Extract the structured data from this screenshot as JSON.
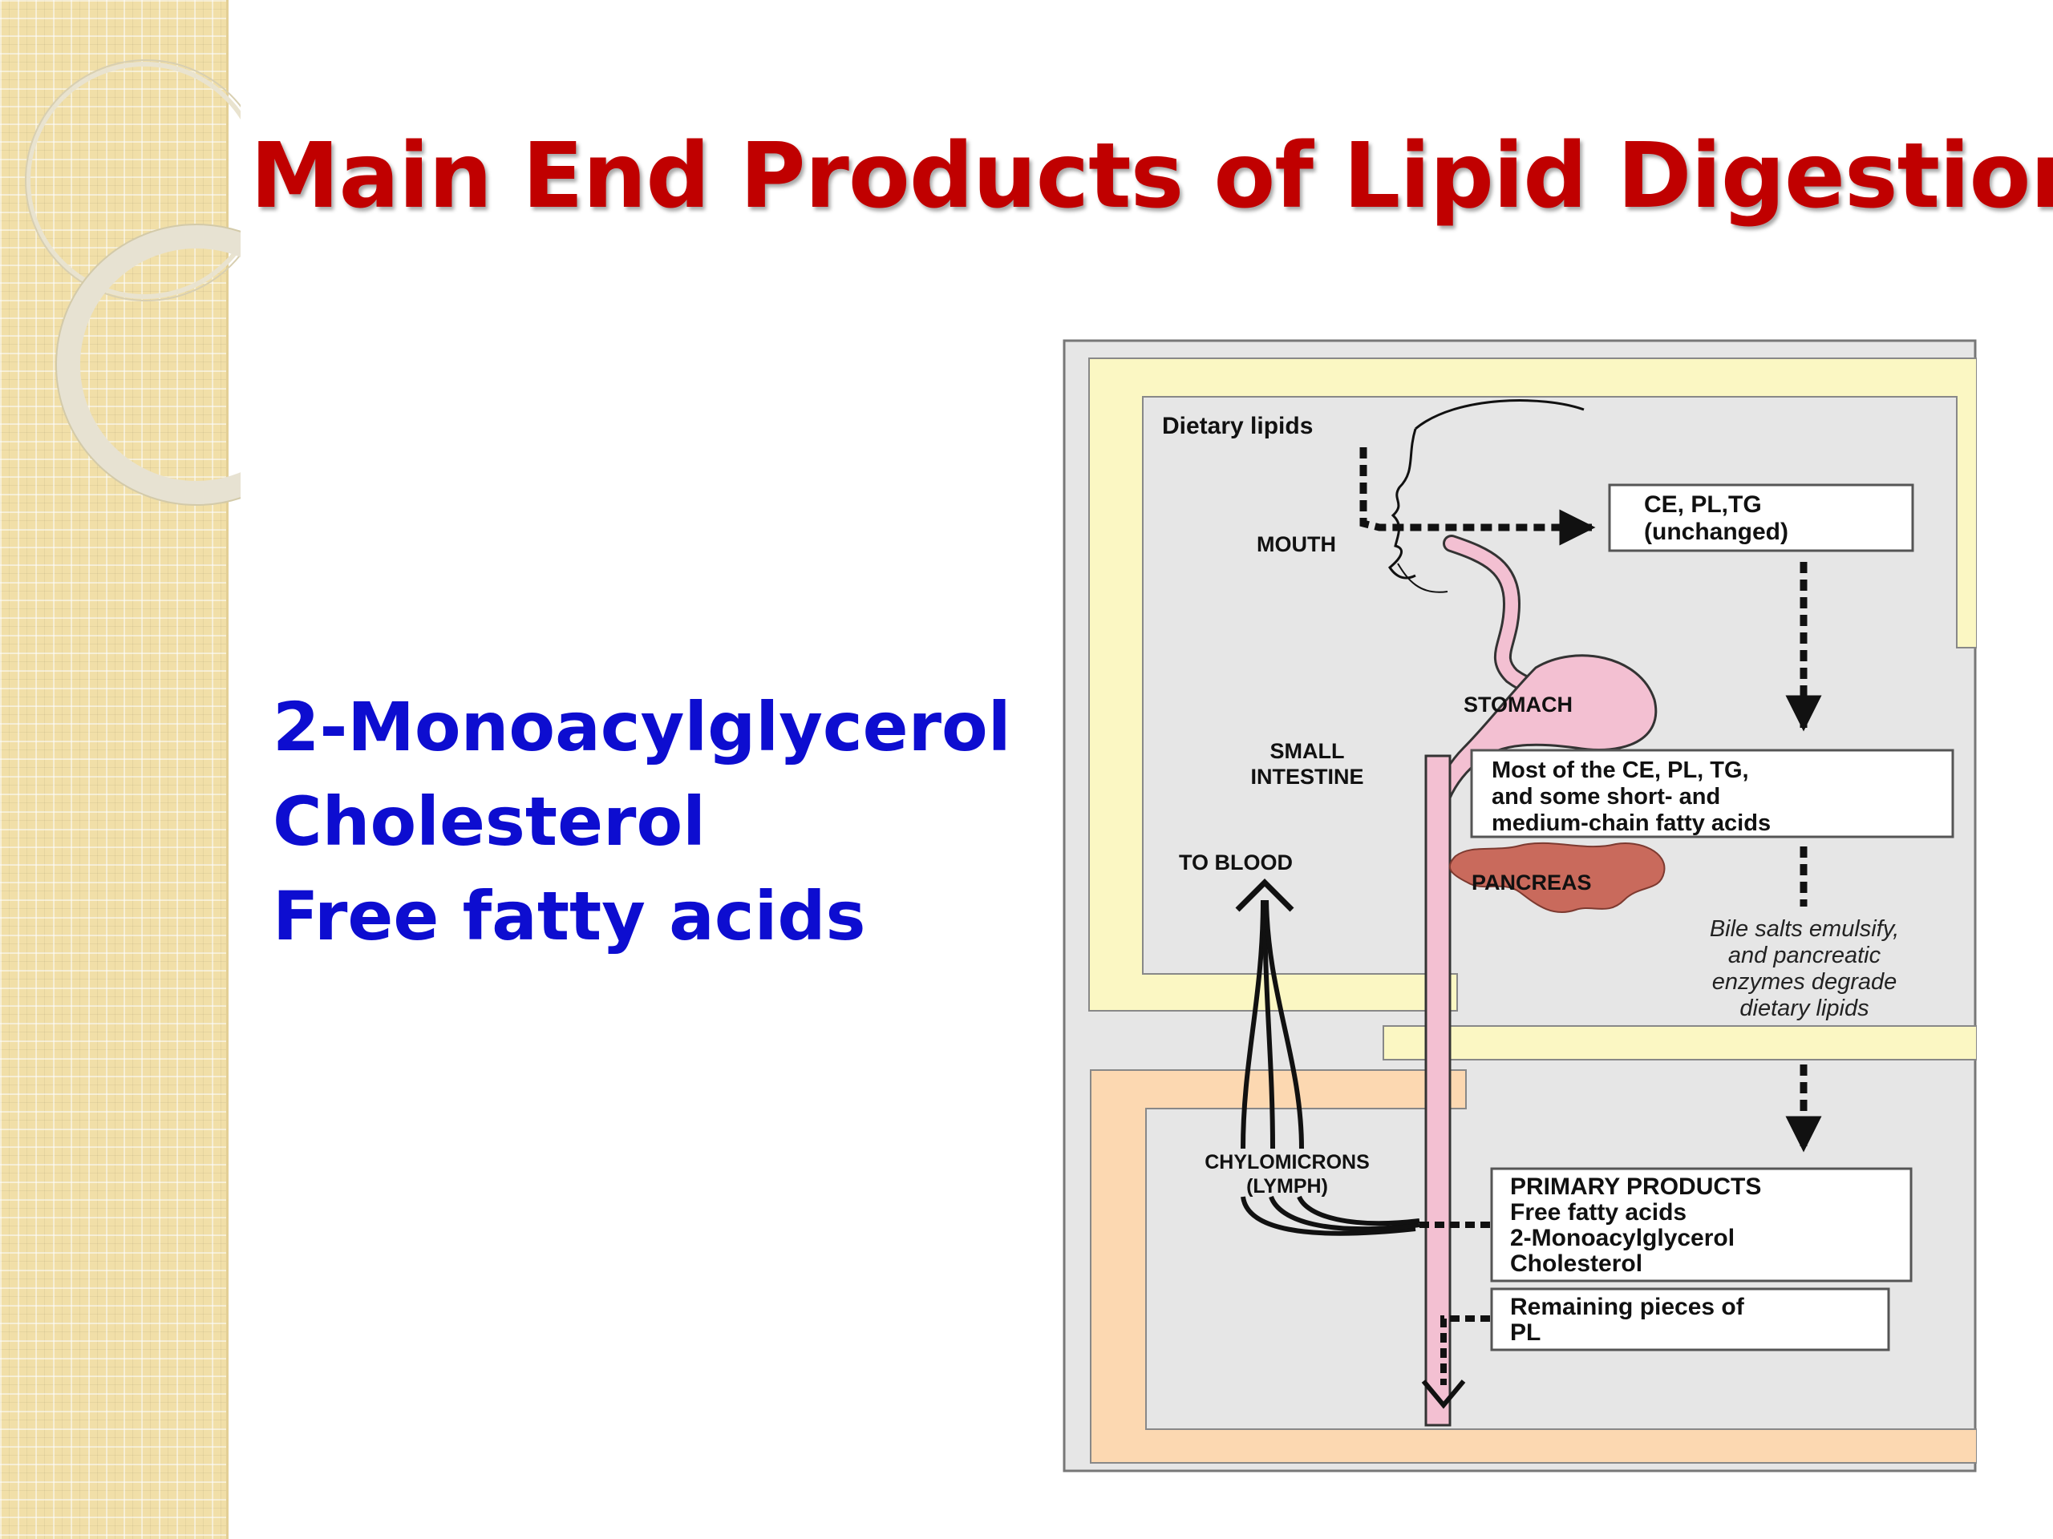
{
  "slide": {
    "title": "Main End Products of Lipid Digestion",
    "products": [
      "2-Monoacylglycerol",
      "Cholesterol",
      "Free fatty acids"
    ]
  },
  "diagram": {
    "labels": {
      "dietary_lipids": "Dietary lipids",
      "mouth": "MOUTH",
      "stomach": "STOMACH",
      "small_intestine_1": "SMALL",
      "small_intestine_2": "INTESTINE",
      "to_blood": "TO BLOOD",
      "pancreas": "PANCREAS",
      "chylomicrons_1": "CHYLOMICRONS",
      "chylomicrons_2": "(LYMPH)"
    },
    "box_unchanged": [
      "CE, PL,TG",
      "(unchanged)"
    ],
    "box_stomach_products": [
      "Most of the CE, PL, TG,",
      "and some short- and",
      "medium-chain fatty acids"
    ],
    "bile_note": [
      "Bile salts emulsify,",
      "and pancreatic",
      "enzymes degrade",
      "dietary lipids"
    ],
    "box_primary_products": [
      "PRIMARY PRODUCTS",
      "Free fatty acids",
      "2-Monoacylglycerol",
      "Cholesterol"
    ],
    "box_remaining": [
      "Remaining pieces of",
      "PL"
    ],
    "colors": {
      "outer_bg": "#e6e6e6",
      "yellow_band": "#fbf7c3",
      "peach_band": "#fcd8b1",
      "gi_tract": "#f3c0d2",
      "pancreas": "#c96a5c",
      "box_border": "#555555"
    }
  },
  "theme": {
    "title_color": "#c00000",
    "products_color": "#0d0dd0",
    "side_band_color": "#f1dfa8"
  }
}
